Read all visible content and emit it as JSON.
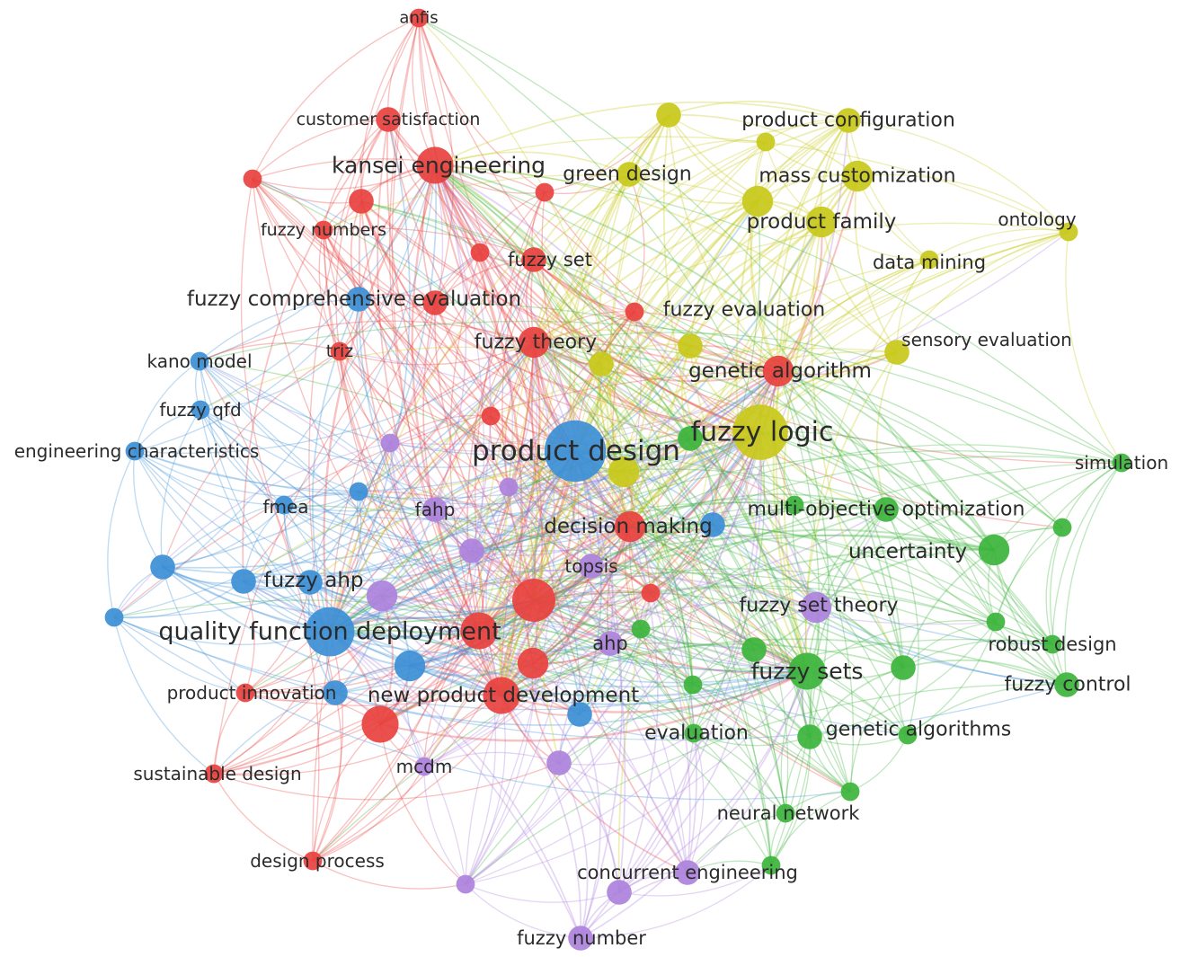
{
  "palette": {
    "red": "#e8413e",
    "blue": "#3c8fd6",
    "yellow": "#c8c91a",
    "green": "#3cb43c",
    "purple": "#ad82dc"
  },
  "nodes": [
    {
      "id": "anfis",
      "label": "anfis",
      "cluster": "red",
      "weight": 1
    },
    {
      "id": "customer-satisfaction",
      "label": "customer satisfaction",
      "cluster": "red",
      "weight": 2
    },
    {
      "id": "kansei-engineering",
      "label": "kansei engineering",
      "cluster": "red",
      "weight": 4
    },
    {
      "id": "fuzzy-numbers",
      "label": "fuzzy numbers",
      "cluster": "red",
      "weight": 1
    },
    {
      "id": "red-unlabeled-1",
      "label": "",
      "cluster": "red",
      "weight": 1
    },
    {
      "id": "red-unlabeled-2",
      "label": "",
      "cluster": "red",
      "weight": 2
    },
    {
      "id": "red-unlabeled-3",
      "label": "",
      "cluster": "red",
      "weight": 1
    },
    {
      "id": "red-unlabeled-4",
      "label": "",
      "cluster": "red",
      "weight": 1
    },
    {
      "id": "fuzzy-set",
      "label": "fuzzy set",
      "cluster": "red",
      "weight": 2
    },
    {
      "id": "fuzzy-comprehensive-evaluation-red",
      "label": "",
      "cluster": "red",
      "weight": 2
    },
    {
      "id": "fuzzy-evaluation",
      "label": "fuzzy evaluation",
      "cluster": "red",
      "weight": 1
    },
    {
      "id": "triz",
      "label": "triz",
      "cluster": "red",
      "weight": 1
    },
    {
      "id": "fuzzy-theory",
      "label": "fuzzy theory",
      "cluster": "red",
      "weight": 3
    },
    {
      "id": "genetic-algorithm",
      "label": "genetic algorithm",
      "cluster": "red",
      "weight": 3
    },
    {
      "id": "red-unlabeled-5",
      "label": "",
      "cluster": "red",
      "weight": 1
    },
    {
      "id": "decision-making",
      "label": "decision making",
      "cluster": "red",
      "weight": 3
    },
    {
      "id": "red-unlabeled-6",
      "label": "",
      "cluster": "red",
      "weight": 5
    },
    {
      "id": "red-unlabeled-7",
      "label": "",
      "cluster": "red",
      "weight": 1
    },
    {
      "id": "quality-function-deployment-red",
      "label": "",
      "cluster": "red",
      "weight": 4
    },
    {
      "id": "red-unlabeled-8",
      "label": "",
      "cluster": "red",
      "weight": 3
    },
    {
      "id": "new-product-development",
      "label": "new product development",
      "cluster": "red",
      "weight": 4
    },
    {
      "id": "product-innovation",
      "label": "product innovation",
      "cluster": "red",
      "weight": 1
    },
    {
      "id": "red-unlabeled-9",
      "label": "",
      "cluster": "red",
      "weight": 4
    },
    {
      "id": "sustainable-design",
      "label": "sustainable design",
      "cluster": "red",
      "weight": 1
    },
    {
      "id": "design-process",
      "label": "design process",
      "cluster": "red",
      "weight": 1
    },
    {
      "id": "fuzzy-comprehensive-evaluation",
      "label": "fuzzy comprehensive evaluation",
      "cluster": "blue",
      "weight": 2
    },
    {
      "id": "kano-model",
      "label": "kano model",
      "cluster": "blue",
      "weight": 1
    },
    {
      "id": "fuzzy-qfd",
      "label": "fuzzy qfd",
      "cluster": "blue",
      "weight": 1
    },
    {
      "id": "engineering-characteristics",
      "label": "engineering characteristics",
      "cluster": "blue",
      "weight": 1
    },
    {
      "id": "fmea",
      "label": "fmea",
      "cluster": "blue",
      "weight": 1
    },
    {
      "id": "blue-unlabeled-1",
      "label": "",
      "cluster": "blue",
      "weight": 1
    },
    {
      "id": "blue-unlabeled-2",
      "label": "",
      "cluster": "blue",
      "weight": 2
    },
    {
      "id": "blue-unlabeled-3",
      "label": "",
      "cluster": "blue",
      "weight": 1
    },
    {
      "id": "blue-unlabeled-4",
      "label": "",
      "cluster": "blue",
      "weight": 2
    },
    {
      "id": "fuzzy-ahp",
      "label": "fuzzy ahp",
      "cluster": "blue",
      "weight": 2
    },
    {
      "id": "quality-function-deployment",
      "label": "quality function deployment",
      "cluster": "blue",
      "weight": 6
    },
    {
      "id": "blue-unlabeled-5",
      "label": "",
      "cluster": "blue",
      "weight": 3
    },
    {
      "id": "blue-unlabeled-6",
      "label": "",
      "cluster": "blue",
      "weight": 2
    },
    {
      "id": "blue-unlabeled-7",
      "label": "",
      "cluster": "blue",
      "weight": 2
    },
    {
      "id": "product-design",
      "label": "product design",
      "cluster": "blue",
      "weight": 8
    },
    {
      "id": "blue-unlabeled-8",
      "label": "",
      "cluster": "blue",
      "weight": 2
    },
    {
      "id": "product-configuration",
      "label": "product configuration",
      "cluster": "yellow",
      "weight": 2
    },
    {
      "id": "yellow-unlabeled-1",
      "label": "",
      "cluster": "yellow",
      "weight": 2
    },
    {
      "id": "yellow-unlabeled-2",
      "label": "",
      "cluster": "yellow",
      "weight": 1
    },
    {
      "id": "mass-customization",
      "label": "mass customization",
      "cluster": "yellow",
      "weight": 3
    },
    {
      "id": "green-design",
      "label": "green design",
      "cluster": "yellow",
      "weight": 2
    },
    {
      "id": "product-family",
      "label": "product family",
      "cluster": "yellow",
      "weight": 3
    },
    {
      "id": "yellow-unlabeled-3",
      "label": "",
      "cluster": "yellow",
      "weight": 3
    },
    {
      "id": "ontology",
      "label": "ontology",
      "cluster": "yellow",
      "weight": 1
    },
    {
      "id": "data-mining",
      "label": "data mining",
      "cluster": "yellow",
      "weight": 1
    },
    {
      "id": "sensory-evaluation",
      "label": "sensory evaluation",
      "cluster": "yellow",
      "weight": 2
    },
    {
      "id": "yellow-unlabeled-4",
      "label": "",
      "cluster": "yellow",
      "weight": 2
    },
    {
      "id": "yellow-unlabeled-5",
      "label": "",
      "cluster": "yellow",
      "weight": 2
    },
    {
      "id": "fuzzy-logic",
      "label": "fuzzy logic",
      "cluster": "yellow",
      "weight": 7
    },
    {
      "id": "yellow-unlabeled-6",
      "label": "",
      "cluster": "yellow",
      "weight": 3
    },
    {
      "id": "simulation",
      "label": "simulation",
      "cluster": "green",
      "weight": 1
    },
    {
      "id": "green-unlabeled-1",
      "label": "",
      "cluster": "green",
      "weight": 2
    },
    {
      "id": "multi-objective-optimization",
      "label": "multi-objective optimization",
      "cluster": "green",
      "weight": 2
    },
    {
      "id": "green-unlabeled-2",
      "label": "",
      "cluster": "green",
      "weight": 1
    },
    {
      "id": "uncertainty",
      "label": "uncertainty",
      "cluster": "green",
      "weight": 3
    },
    {
      "id": "green-unlabeled-3",
      "label": "",
      "cluster": "green",
      "weight": 1
    },
    {
      "id": "green-unlabeled-4",
      "label": "",
      "cluster": "green",
      "weight": 1
    },
    {
      "id": "robust-design",
      "label": "robust design",
      "cluster": "green",
      "weight": 1
    },
    {
      "id": "fuzzy-sets",
      "label": "fuzzy sets",
      "cluster": "green",
      "weight": 4
    },
    {
      "id": "green-unlabeled-5",
      "label": "",
      "cluster": "green",
      "weight": 2
    },
    {
      "id": "green-unlabeled-6",
      "label": "",
      "cluster": "green",
      "weight": 2
    },
    {
      "id": "fuzzy-control",
      "label": "fuzzy control",
      "cluster": "green",
      "weight": 2
    },
    {
      "id": "green-unlabeled-7",
      "label": "",
      "cluster": "green",
      "weight": 1
    },
    {
      "id": "green-unlabeled-8",
      "label": "",
      "cluster": "green",
      "weight": 1
    },
    {
      "id": "evaluation",
      "label": "evaluation",
      "cluster": "green",
      "weight": 1
    },
    {
      "id": "genetic-algorithms",
      "label": "genetic algorithms",
      "cluster": "green",
      "weight": 2
    },
    {
      "id": "green-unlabeled-9",
      "label": "",
      "cluster": "green",
      "weight": 1
    },
    {
      "id": "neural-network",
      "label": "neural network",
      "cluster": "green",
      "weight": 1
    },
    {
      "id": "green-unlabeled-10",
      "label": "",
      "cluster": "green",
      "weight": 1
    },
    {
      "id": "green-unlabeled-11",
      "label": "",
      "cluster": "green",
      "weight": 1
    },
    {
      "id": "purple-unlabeled-1",
      "label": "",
      "cluster": "purple",
      "weight": 1
    },
    {
      "id": "purple-unlabeled-2",
      "label": "",
      "cluster": "purple",
      "weight": 1
    },
    {
      "id": "fahp",
      "label": "fahp",
      "cluster": "purple",
      "weight": 2
    },
    {
      "id": "purple-unlabeled-3",
      "label": "",
      "cluster": "purple",
      "weight": 2
    },
    {
      "id": "topsis",
      "label": "topsis",
      "cluster": "purple",
      "weight": 2
    },
    {
      "id": "purple-unlabeled-4",
      "label": "",
      "cluster": "purple",
      "weight": 3
    },
    {
      "id": "fuzzy-set-theory",
      "label": "fuzzy set theory",
      "cluster": "purple",
      "weight": 3
    },
    {
      "id": "ahp",
      "label": "ahp",
      "cluster": "purple",
      "weight": 2
    },
    {
      "id": "purple-unlabeled-5",
      "label": "",
      "cluster": "purple",
      "weight": 2
    },
    {
      "id": "mcdm",
      "label": "mcdm",
      "cluster": "purple",
      "weight": 1
    },
    {
      "id": "concurrent-engineering",
      "label": "concurrent engineering",
      "cluster": "purple",
      "weight": 2
    },
    {
      "id": "purple-unlabeled-6",
      "label": "",
      "cluster": "purple",
      "weight": 1
    },
    {
      "id": "purple-unlabeled-7",
      "label": "",
      "cluster": "purple",
      "weight": 2
    },
    {
      "id": "fuzzy-number",
      "label": "fuzzy number",
      "cluster": "purple",
      "weight": 2
    }
  ]
}
